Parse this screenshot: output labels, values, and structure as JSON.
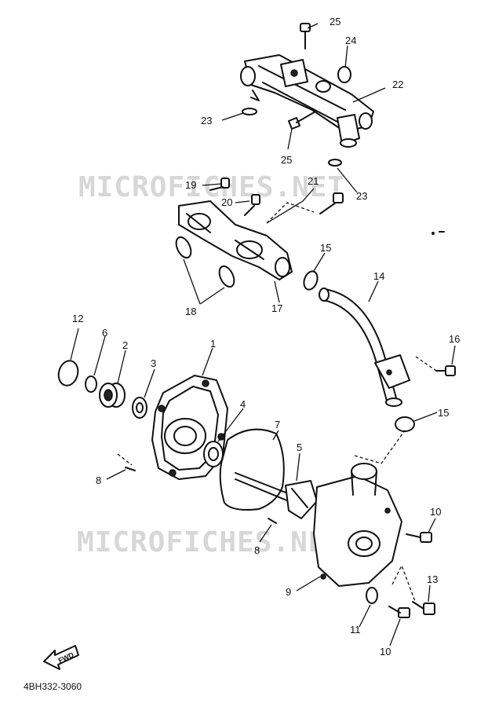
{
  "watermarks": [
    "MICROFICHES.NET",
    "MICROFICHES.NET"
  ],
  "diagram_code": "4BH332-3060",
  "forward_arrow_label": "FWD",
  "callouts": {
    "c25a": "25",
    "c24": "24",
    "c22": "22",
    "c23a": "23",
    "c25b": "25",
    "c23b": "23",
    "c19": "19",
    "c21": "21",
    "c20": "20",
    "c15a": "15",
    "c18": "18",
    "c17": "17",
    "c14": "14",
    "c12": "12",
    "c6": "6",
    "c2": "2",
    "c3": "3",
    "c1": "1",
    "c4": "4",
    "c16": "16",
    "c7": "7",
    "c15b": "15",
    "c5": "5",
    "c8a": "8",
    "c8b": "8",
    "c10a": "10",
    "c9": "9",
    "c13": "13",
    "c11": "11",
    "c10b": "10"
  }
}
